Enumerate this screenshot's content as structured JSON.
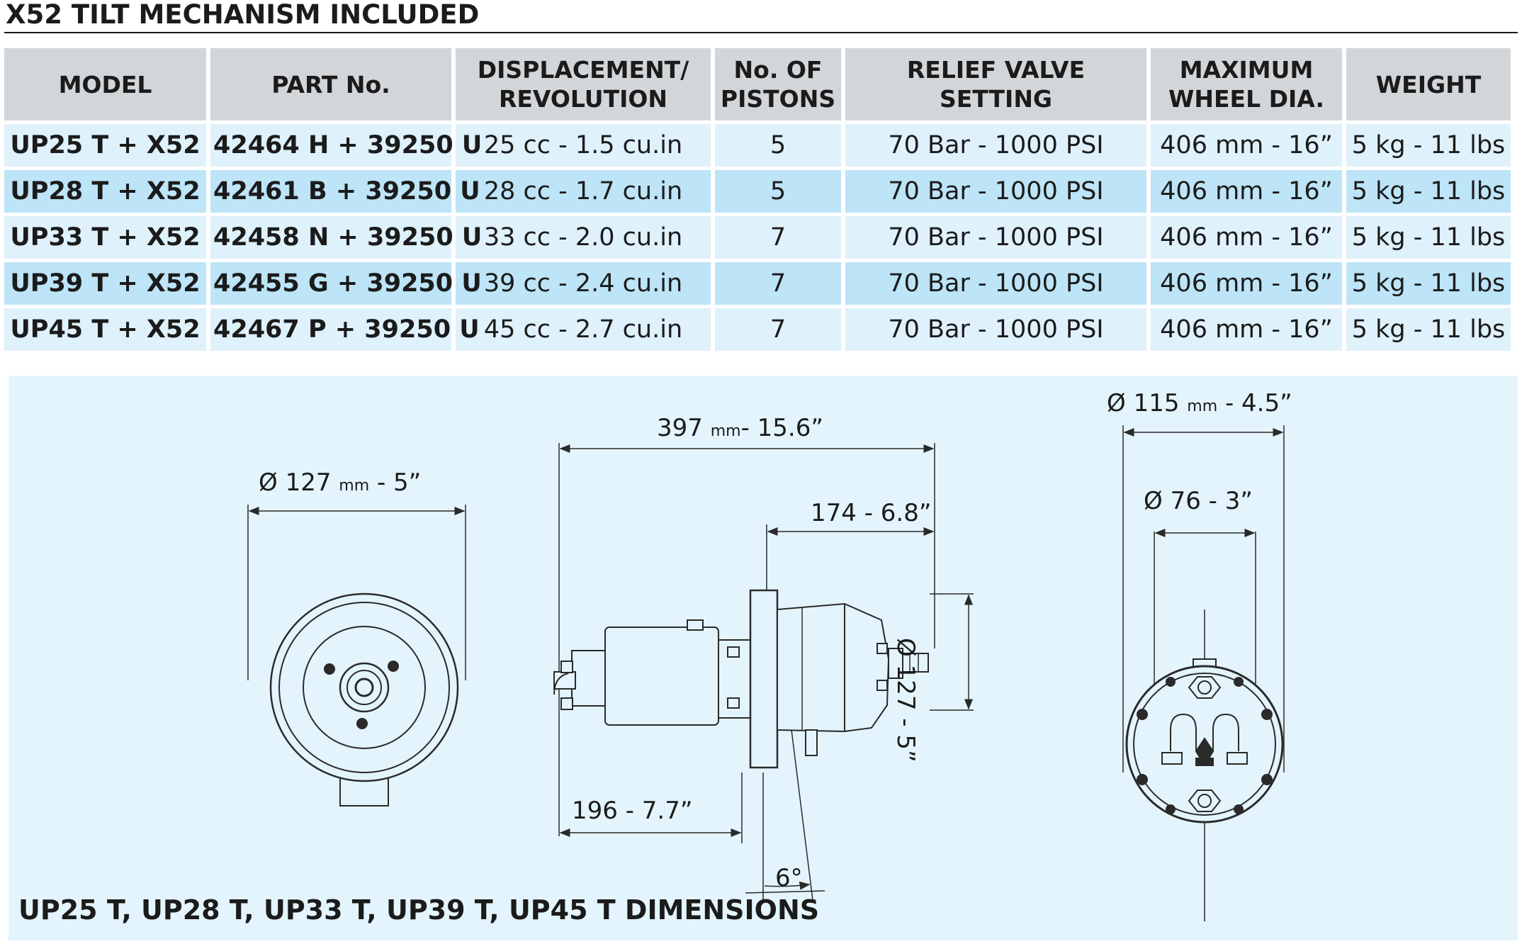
{
  "title": "X52 TILT MECHANISM INCLUDED",
  "table": {
    "headers": [
      [
        "MODEL"
      ],
      [
        "PART No."
      ],
      [
        "DISPLACEMENT/",
        "REVOLUTION"
      ],
      [
        "No. OF",
        "PISTONS"
      ],
      [
        "RELIEF VALVE",
        "SETTING"
      ],
      [
        "MAXIMUM",
        "WHEEL DIA."
      ],
      [
        "WEIGHT"
      ]
    ],
    "rows": [
      [
        "UP25 T + X52",
        "42464 H + 39250 U",
        "25 cc - 1.5 cu.in",
        "5",
        "70 Bar - 1000 PSI",
        "406 mm - 16”",
        "5 kg - 11 lbs"
      ],
      [
        "UP28 T + X52",
        "42461 B + 39250 U",
        "28 cc - 1.7 cu.in",
        "5",
        "70 Bar - 1000 PSI",
        "406 mm - 16”",
        "5 kg - 11 lbs"
      ],
      [
        "UP33 T + X52",
        "42458 N + 39250 U",
        "33 cc - 2.0 cu.in",
        "7",
        "70 Bar - 1000 PSI",
        "406 mm - 16”",
        "5 kg - 11 lbs"
      ],
      [
        "UP39 T + X52",
        "42455 G + 39250 U",
        "39 cc - 2.4 cu.in",
        "7",
        "70 Bar - 1000 PSI",
        "406 mm - 16”",
        "5 kg - 11 lbs"
      ],
      [
        "UP45 T + X52",
        "42467 P + 39250 U",
        "45 cc - 2.7 cu.in",
        "7",
        "70 Bar - 1000 PSI",
        "406 mm - 16”",
        "5 kg - 11 lbs"
      ]
    ]
  },
  "drawing": {
    "front_diameter": {
      "prefix": "Ø 127",
      "unit": "mm",
      "suffix": "- 5”"
    },
    "overall_length": {
      "prefix": "397",
      "unit": "mm",
      "suffix": "- 15.6”"
    },
    "rear_length": "174 - 6.8”",
    "front_length": "196 - 7.7”",
    "side_diameter": "Ø 127 - 5”",
    "tilt_angle": "6°",
    "rear_outer_diameter": {
      "prefix": "Ø 115",
      "unit": "mm",
      "suffix": "- 4.5”"
    },
    "rear_inner_diameter": "Ø 76 - 3”"
  },
  "caption": "UP25 T, UP28 T, UP33 T, UP39 T, UP45 T  DIMENSIONS",
  "colors": {
    "header_bg": "#d3d6d9",
    "row_light": "#dff1fb",
    "row_dark": "#bde4f7",
    "panel_bg": "#e4f4fc",
    "line": "#2a2a2a"
  }
}
